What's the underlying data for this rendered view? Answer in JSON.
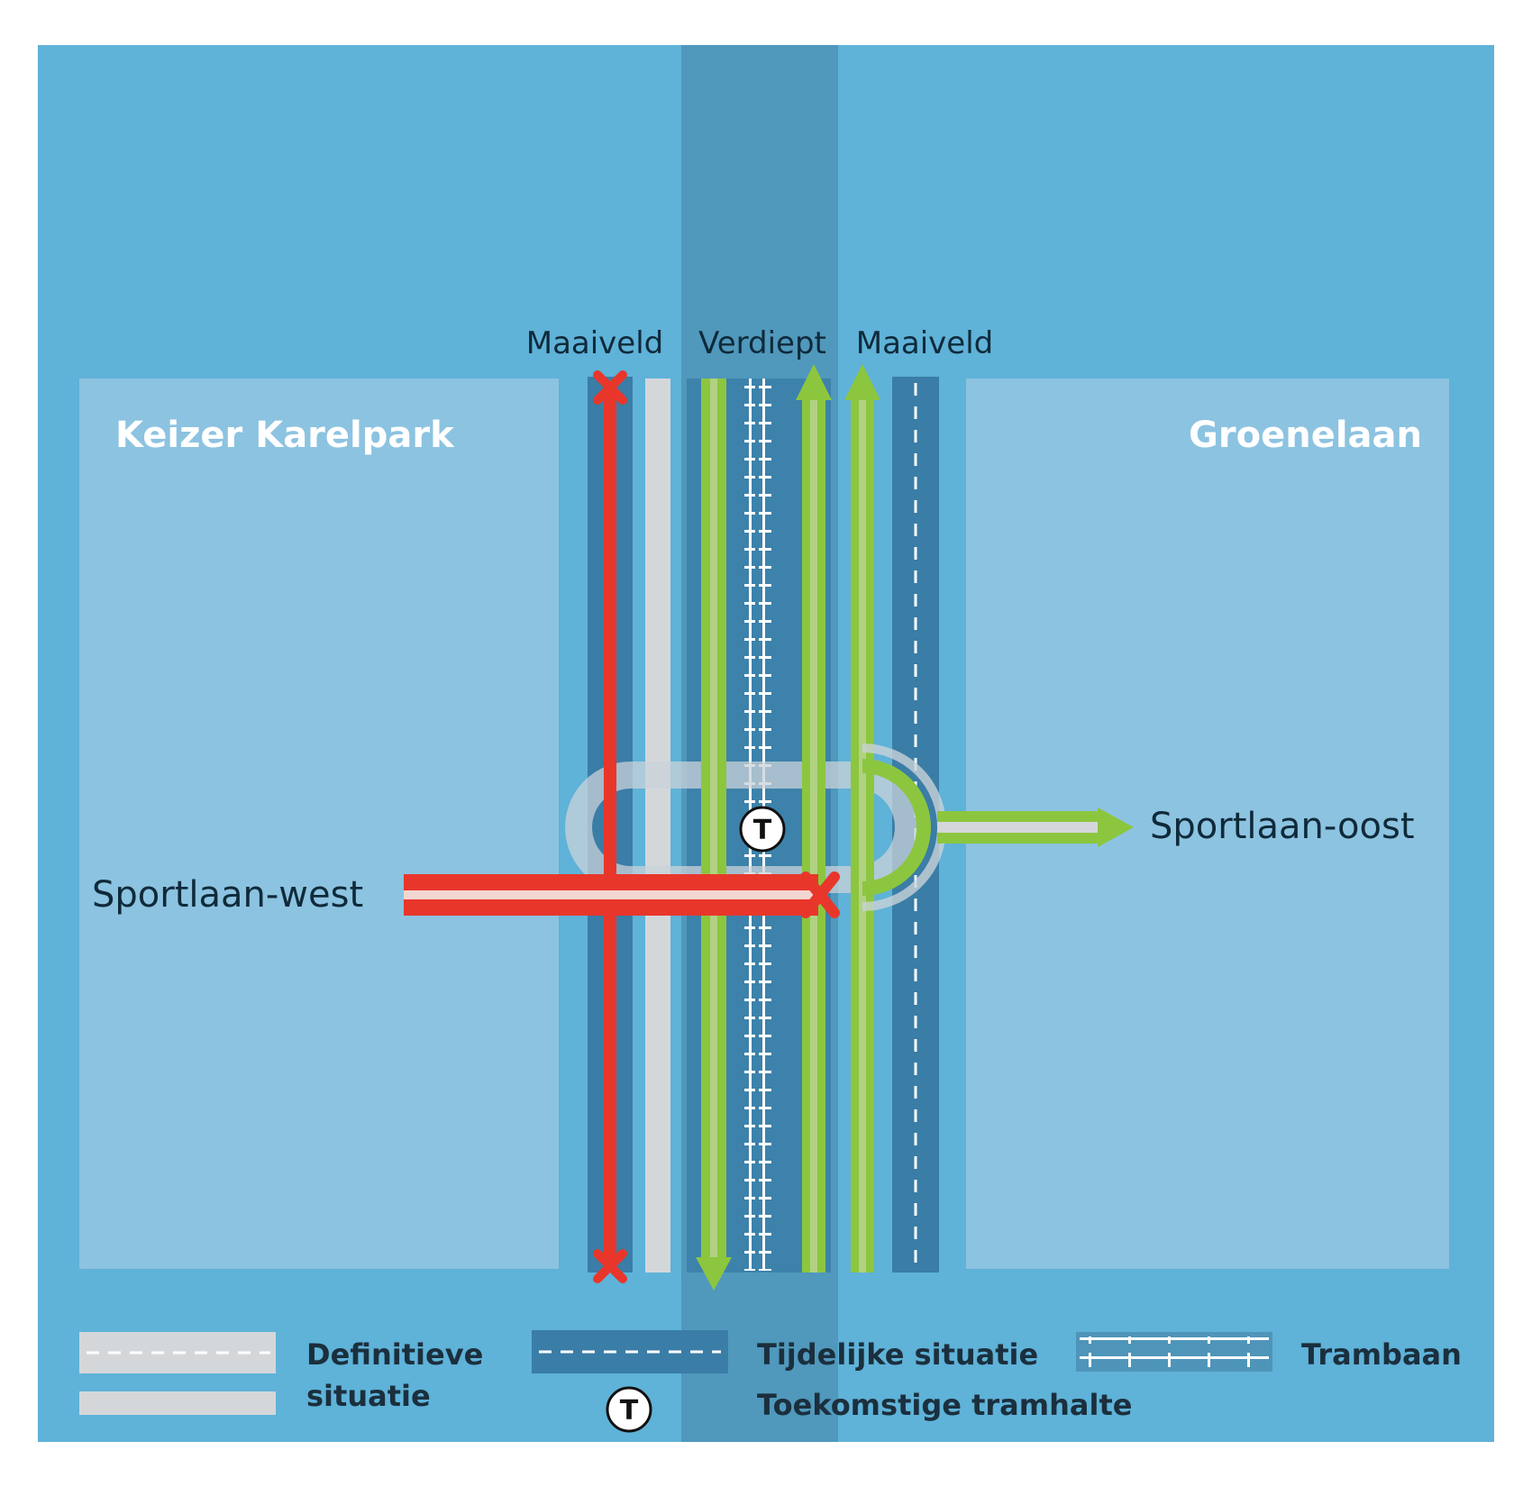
{
  "areas": {
    "west": "Keizer Karelpark",
    "east": "Groenelaan"
  },
  "columns": {
    "left": "Maaiveld",
    "center": "Verdiept",
    "right": "Maaiveld"
  },
  "roads": {
    "west": "Sportlaan-west",
    "east": "Sportlaan-oost"
  },
  "tram_stop_symbol": "T",
  "legend": {
    "definitive_line1": "Definitieve",
    "definitive_line2": "situatie",
    "temporary": "Tijdelijke situatie",
    "tram_track": "Trambaan",
    "future_tram_stop": "Toekomstige tramhalte"
  },
  "colors": {
    "background": "#5fb2d8",
    "panel": "#8cc3e0",
    "sunken_strip": "#4f95b9",
    "temp_road": "#3a7da6",
    "definitive_road": "#d4d7da",
    "closed_route": "#e8362b",
    "open_route": "#8cc63f"
  },
  "icons": {
    "closed_marker": "x-cross-icon",
    "tram_stop": "tram-stop-icon",
    "arrow": "arrow-head-icon"
  }
}
